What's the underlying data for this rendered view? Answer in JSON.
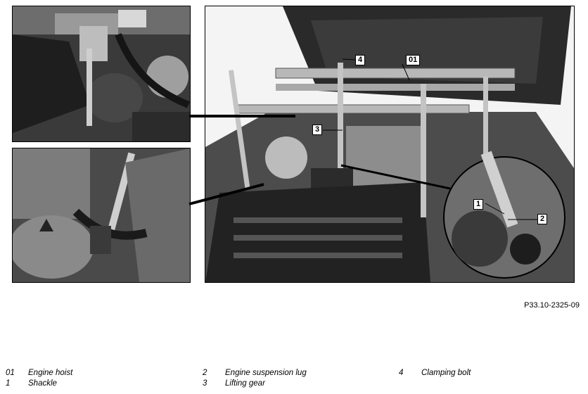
{
  "figure": {
    "code": "P33.10-2325-09",
    "callouts": [
      {
        "id": "01"
      },
      {
        "id": "1"
      },
      {
        "id": "2"
      },
      {
        "id": "3"
      },
      {
        "id": "4"
      }
    ]
  },
  "legend": {
    "items": [
      {
        "number": "01",
        "label": "Engine hoist"
      },
      {
        "number": "1",
        "label": "Shackle"
      },
      {
        "number": "2",
        "label": "Engine suspension lug"
      },
      {
        "number": "3",
        "label": "Lifting gear"
      },
      {
        "number": "4",
        "label": "Clamping bolt"
      }
    ]
  }
}
